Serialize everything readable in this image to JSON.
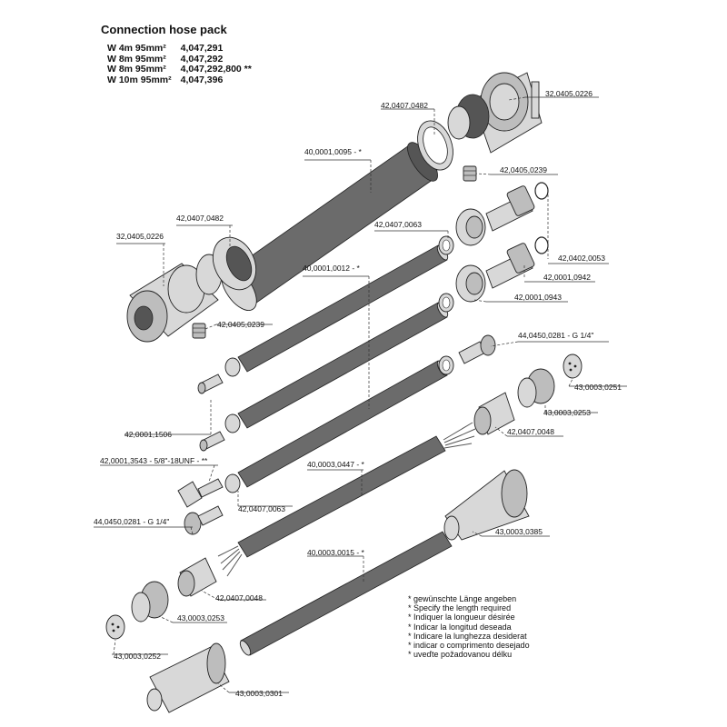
{
  "title": "Connection hose pack",
  "variants": [
    {
      "label": "W  4m  95mm²",
      "code": "4,047,291"
    },
    {
      "label": "W  8m  95mm²",
      "code": "4,047,292"
    },
    {
      "label": "W  8m  95mm²",
      "code": "4,047,292,800 **"
    },
    {
      "label": "W 10m 95mm²",
      "code": "4,047,396"
    }
  ],
  "labels": {
    "l01": "32,0405,0226",
    "l02": "42,0407,0482",
    "l03": "40,0001,0095 - *",
    "l04": "42,0405,0239",
    "l05": "42,0407,0482",
    "l06": "32,0405,0226",
    "l07": "42,0407,0063",
    "l08": "42,0402,0053",
    "l09": "40,0001,0012 - *",
    "l10": "42,0001,0942",
    "l11": "42,0001,0943",
    "l12": "42,0405,0239",
    "l13": "44,0450,0281 - G 1/4\"",
    "l14": "43,0003,0251",
    "l15": "43,0003,0253",
    "l16": "42,0407,0048",
    "l17": "42,0001,1506",
    "l18": "42,0001,3543 - 5/8\"-18UNF - **",
    "l19": "40,0003,0447 - *",
    "l20": "42,0407,0063",
    "l21": "44,0450,0281 - G 1/4\"",
    "l22": "43,0003,0385",
    "l23": "40,0003,0015 - *",
    "l24": "42,0407,0048",
    "l25": "43,0003,0253",
    "l26": "43,0003,0252",
    "l27": "43,0003,0301"
  },
  "notes": [
    "* gewünschte Länge angeben",
    "* Specify the length required",
    "* Indiquer la longueur désirée",
    "* Indicar la longitud deseada",
    "* Indicare la lunghezza desiderat",
    "* indicar o comprimento desejado",
    "* uveďte požadovanou délku"
  ]
}
